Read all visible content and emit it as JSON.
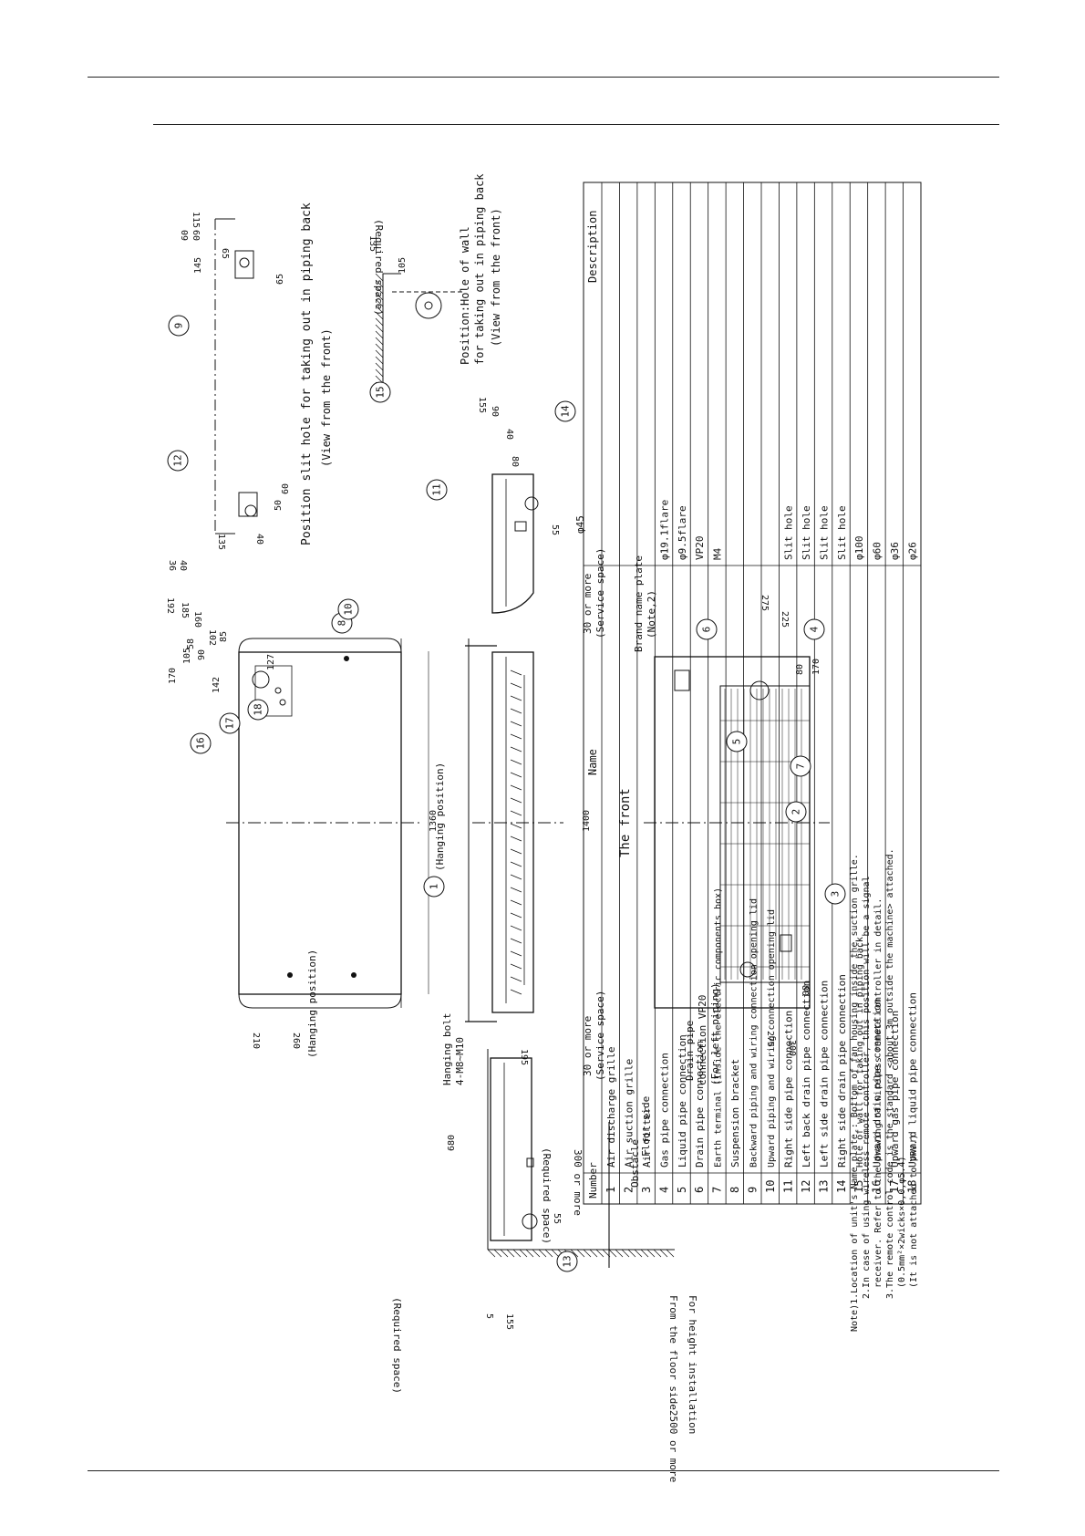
{
  "theme": {
    "ink": "#111111",
    "background": "#ffffff",
    "rule": "#222222"
  },
  "page_top_rules": 2,
  "table": {
    "headers": {
      "number": "Number",
      "name": "Name",
      "description": "Description"
    },
    "rows": [
      {
        "number": "1",
        "name": "Air discharge grille",
        "description": ""
      },
      {
        "number": "2",
        "name": "Air suction grille",
        "description": ""
      },
      {
        "number": "3",
        "name": "Air filter",
        "description": ""
      },
      {
        "number": "4",
        "name": "Gas pipe connection",
        "description": "φ19.1flare"
      },
      {
        "number": "5",
        "name": "Liquid pipe connection",
        "description": "φ9.5flare"
      },
      {
        "number": "6",
        "name": "Drain pipe connection",
        "description": "VP20"
      },
      {
        "number": "7",
        "name": "Earth terminal (Inside the electric components box)",
        "description": "M4"
      },
      {
        "number": "8",
        "name": "Suspension bracket",
        "description": ""
      },
      {
        "number": "9",
        "name": "Backward piping and wiring connection opening lid",
        "description": ""
      },
      {
        "number": "10",
        "name": "Upward piping and wiring connection opening lid",
        "description": ""
      },
      {
        "number": "11",
        "name": "Right side pipe connection",
        "description": "Slit hole"
      },
      {
        "number": "12",
        "name": "Left back drain pipe connection",
        "description": "Slit hole"
      },
      {
        "number": "13",
        "name": "Left side drain pipe connection",
        "description": "Slit hole"
      },
      {
        "number": "14",
        "name": "Right side drain pipe connection",
        "description": "Slit hole"
      },
      {
        "number": "15",
        "name": "Hole of wall for taking out in piping back",
        "description": "φ100"
      },
      {
        "number": "16",
        "name": "Upward drain pipe connection",
        "description": "φ60"
      },
      {
        "number": "17",
        "name": "Upward gas pipe connection",
        "description": "φ36"
      },
      {
        "number": "18",
        "name": "Upward liquid pipe connection",
        "description": "φ26"
      }
    ]
  },
  "titles": {
    "slit_hole": "Position slit hole for taking out in piping back",
    "slit_hole_sub": "(View from the front)",
    "wall_hole_1": "Position:Hole of wall",
    "wall_hole_2": "for taking out in piping back",
    "wall_hole_sub": "(View from the front)",
    "front": "The front"
  },
  "labels": {
    "hanging_position": "(Hanging position)",
    "hanging_bolt": "Hanging bolt",
    "hanging_bolt_spec": "4-M8~M10",
    "service_space_top": "30 or more",
    "service_space_bottom": "30 or more",
    "service_space_sub": "(Service space)",
    "required_space": "(Required space)",
    "brand_plate": "Brand name plate",
    "brand_note": "(Note,2)",
    "drain_conn_1": "Drain pipe",
    "drain_conn_2": "connection VP20",
    "drain_conn_3": "(For left piping)",
    "floor_side": "Floor side",
    "obstacle": "Obstacle",
    "three_hundred": "300 or more",
    "floor_distance": "From the floor side2500 or more",
    "height_install": "For height installation",
    "phi45": "φ45"
  },
  "dims": {
    "d1360": "1360",
    "d1400": "1400",
    "d680": "680",
    "d210": "210",
    "d260": "260",
    "d195": "195",
    "d170": "170",
    "d105": "105",
    "d90": "90",
    "d58": "58",
    "d142": "142",
    "d85": "85",
    "d102": "102",
    "d160": "160",
    "d185": "185",
    "d192": "192",
    "d36": "36",
    "d40": "40",
    "d127": "127",
    "d135": "135",
    "d50": "50",
    "d60": "60",
    "d145": "145",
    "d115": "115",
    "d65": "65",
    "d155": "155",
    "d80": "80",
    "d55": "55",
    "d275": "275",
    "d225": "225",
    "d300": "300",
    "d5": "5",
    "d155b": "155"
  },
  "callouts": [
    "1",
    "2",
    "3",
    "4",
    "5",
    "6",
    "7",
    "8",
    "9",
    "10",
    "11",
    "12",
    "13",
    "14",
    "15",
    "16",
    "17",
    "18"
  ],
  "notes": [
    "Note)1.Location of unit's Name plate : Bottom of fan housing inside the suction grille.",
    "2.In case of using wireless remote controller, this position will be a signal",
    "receiver. Refer to the drawing of wireless remote controller in detail.",
    "3.The remote control code is the standard <about 3m outside the machine> attached.",
    "(0.5mm²×2wicks×0,0,φ5.4)",
    "(It is not attached to VRV.)"
  ]
}
